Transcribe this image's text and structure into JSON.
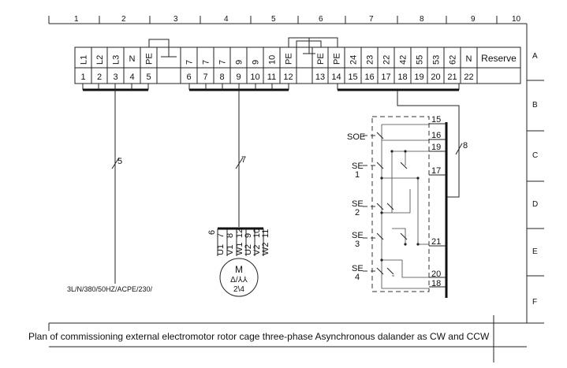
{
  "frame": {
    "columns": [
      "1",
      "2",
      "3",
      "4",
      "5",
      "6",
      "7",
      "8",
      "9",
      "10"
    ],
    "rows": [
      "A",
      "B",
      "C",
      "D",
      "E",
      "F"
    ]
  },
  "terminals": {
    "top": [
      "L1",
      "L2",
      "L3",
      "N",
      "PE",
      "",
      "7",
      "7",
      "7",
      "9",
      "9",
      "10",
      "PE",
      "",
      "PE",
      "PE",
      "24",
      "23",
      "22",
      "42",
      "55",
      "53",
      "62",
      "N",
      "Reserve"
    ],
    "bottom": [
      "1",
      "2",
      "3",
      "4",
      "5",
      "",
      "6",
      "7",
      "8",
      "9",
      "10",
      "11",
      "12",
      "",
      "13",
      "14",
      "15",
      "16",
      "17",
      "18",
      "19",
      "20",
      "21",
      "22",
      ""
    ]
  },
  "wires": {
    "w5": "5",
    "w7": "7",
    "w8": "8"
  },
  "supply_label": "3L/N/380/50HZ/ACPE/230/",
  "motor": {
    "terminals": [
      "6",
      "U1",
      "V1",
      "W1",
      "U2",
      "V2",
      "W2",
      "7",
      "8",
      "12",
      "9",
      "10",
      "11"
    ],
    "symbol": "M",
    "connection": "Δ/⅄⅄",
    "poles": "2\\4"
  },
  "switches": [
    {
      "label": "SOE",
      "sub": ""
    },
    {
      "label": "SE",
      "sub": "1"
    },
    {
      "label": "SE",
      "sub": "2"
    },
    {
      "label": "SE",
      "sub": "3"
    },
    {
      "label": "SE",
      "sub": "4"
    }
  ],
  "switch_terminals": [
    "15",
    "16",
    "19",
    "17",
    "21",
    "20",
    "18"
  ],
  "caption": "Plan of commissioning external electromotor rotor cage three-phase Asynchronous dalander as CW and CCW"
}
